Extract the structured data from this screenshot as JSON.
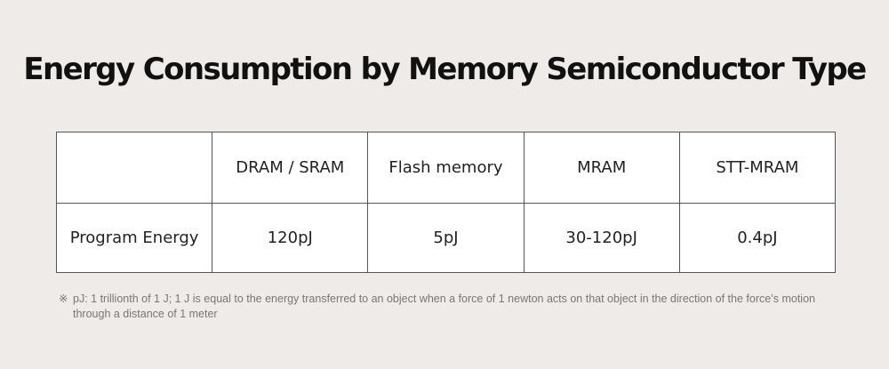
{
  "title": "Energy Consumption by Memory Semiconductor Type",
  "table": {
    "corner": "",
    "columns": [
      "DRAM / SRAM",
      "Flash memory",
      "MRAM",
      "STT-MRAM"
    ],
    "row_label": "Program Energy",
    "values": [
      "120pJ",
      "5pJ",
      "30-120pJ",
      "0.4pJ"
    ]
  },
  "footnote": {
    "mark": "※",
    "text": "pJ: 1 trillionth of 1 J; 1 J is equal to the energy transferred to an object when a force of 1 newton acts on that object in the direction of the force’s motion through a distance of 1 meter"
  }
}
